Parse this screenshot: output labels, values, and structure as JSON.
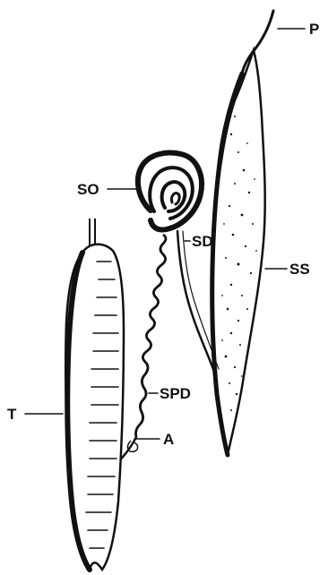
{
  "labels": {
    "p": "P",
    "so": "SO",
    "sd": "SD",
    "ss": "SS",
    "spd": "SPD",
    "t": "T",
    "a": "A"
  },
  "colors": {
    "ink": "#111111",
    "paper": "#ffffff"
  }
}
